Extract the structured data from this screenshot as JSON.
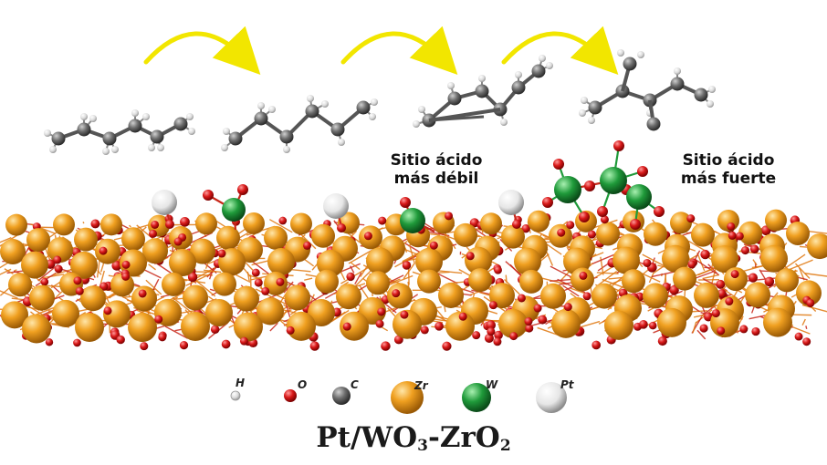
{
  "site_labels": {
    "weaker": {
      "line1": "Sitio ácido",
      "line2": "más débil"
    },
    "stronger": {
      "line1": "Sitio ácido",
      "line2": "más fuerte"
    }
  },
  "legend": [
    {
      "label": "H",
      "color": "#e6e6e6",
      "icon": "hydrogen-atom-icon"
    },
    {
      "label": "O",
      "color": "#d81919",
      "icon": "oxygen-atom-icon"
    },
    {
      "label": "C",
      "color": "#7a7a7a",
      "icon": "carbon-atom-icon"
    },
    {
      "label": "Zr",
      "color": "#f0a020",
      "icon": "zirconium-atom-icon"
    },
    {
      "label": "W",
      "color": "#1f9a3a",
      "icon": "tungsten-atom-icon"
    },
    {
      "label": "Pt",
      "color": "#f2f2f2",
      "icon": "platinum-atom-icon"
    }
  ],
  "formula": {
    "part1": "Pt/WO",
    "sub1": "3",
    "part2": "-ZrO",
    "sub2": "2"
  },
  "colors": {
    "arrow": "#f2e600",
    "zr": "#f0a020",
    "oxygen": "#d81919",
    "tungsten": "#1f9a3a",
    "platinum": "#f2f2f2",
    "carbon": "#6e6e6e",
    "hydrogen": "#d9d9d9",
    "bond": "#e07810"
  }
}
